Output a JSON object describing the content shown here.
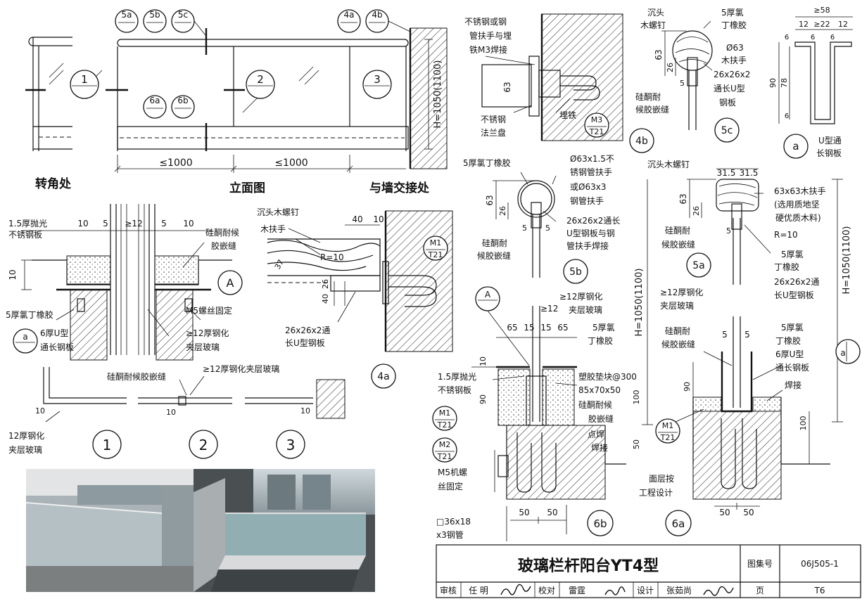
{
  "title": "玻璃栏杆阳台YT4型",
  "title_block": {
    "atlas_label": "图集号",
    "atlas_no": "06J505-1",
    "page_label": "页",
    "page_no": "T6",
    "review_label": "审核",
    "reviewer": "任 明",
    "check_label": "校对",
    "checker": "雷霆",
    "design_label": "设计",
    "designer": "张茹尚"
  },
  "elevation": {
    "caption_corner": "转角处",
    "caption_elev": "立面图",
    "caption_wall": "与墙交接处",
    "dim_1": "≤1000",
    "dim_2": "≤1000",
    "height": "H=1050(1100)",
    "tags": [
      "5a",
      "5b",
      "5c",
      "4a",
      "4b",
      "6a",
      "6b"
    ],
    "nums": [
      "1",
      "2",
      "3"
    ]
  },
  "detail_A": {
    "tag": "A",
    "l1": "1.5厚抛光",
    "l2": "不锈钢板",
    "l3": "硅酮耐候",
    "l4": "胶嵌缝",
    "l5": "5厚氯丁橡胶",
    "l6": "6厚U型",
    "l7": "通长钢板",
    "l8": "M5螺丝固定",
    "l9": "≥12厚钢化",
    "l10": "夹层玻璃",
    "d1": "10",
    "d2": "5",
    "d3": "≥12",
    "d4": "5",
    "d5": "10",
    "d6": "10",
    "ref": "a"
  },
  "detail_4a": {
    "tag": "4a",
    "l1": "沉头木螺钉",
    "l2": "木扶手",
    "l3": "26x26x2通",
    "l4": "长U型钢板",
    "r": "R=10",
    "d1": "40",
    "d2": "10",
    "d3": "37",
    "d4": "26",
    "d5": "40",
    "m_top": "M1",
    "m_bot": "T21"
  },
  "detail_4b": {
    "tag": "4b",
    "l1": "不锈钢或钢",
    "l2": "管扶手与埋",
    "l3": "铁M3焊接",
    "l4": "不锈钢",
    "l5": "法兰盘",
    "l6": "埋铁",
    "d1": "63",
    "m_top": "M3",
    "m_bot": "T21"
  },
  "detail_5c": {
    "tag": "5c",
    "l1": "沉头",
    "l2": "木螺钉",
    "l3": "5厚氯",
    "l4": "丁橡胶",
    "l5": "Ø63",
    "l6": "木扶手",
    "l7": "26x26x2",
    "l8": "通长U型",
    "l9": "钢板",
    "l10": "硅酮耐",
    "l11": "候胶嵌缝",
    "d1": "63",
    "d2": "26",
    "d3": "5"
  },
  "detail_a": {
    "tag": "a",
    "l1": "U型通",
    "l2": "长钢板",
    "d1": "≥58",
    "d2": "12",
    "d3": "≥22",
    "d4": "12",
    "d5": "6",
    "d6": "6",
    "d7": "6",
    "d8": "90",
    "d9": "78",
    "d10": "6"
  },
  "section_plan": {
    "l1": "硅酮耐候胶嵌缝",
    "l2": "≥12厚钢化夹层玻璃",
    "l3": "12厚钢化",
    "l4": "夹层玻璃",
    "d1": "10",
    "d2": "10",
    "d3": "10",
    "nums": [
      "1",
      "2",
      "3"
    ]
  },
  "detail_5b": {
    "tag": "5b",
    "l1": "5厚氯丁橡胶",
    "l2": "Ø63x1.5不",
    "l3": "锈钢管扶手",
    "l4": "或Ø63x3",
    "l5": "钢管扶手",
    "l6": "26x26x2通长",
    "l7": "U型钢板与钢",
    "l8": "管扶手焊接",
    "l9": "硅酮耐",
    "l10": "候胶嵌缝",
    "l11": "≥12厚钢化",
    "l12": "夹层玻璃",
    "d1": "63",
    "d2": "26",
    "d3": "5",
    "d4": "5"
  },
  "detail_6b": {
    "tag": "6b",
    "a_tag": "A",
    "d_glass": "≥12",
    "d_top": [
      "65",
      "15",
      "15",
      "65"
    ],
    "l1": "5厚氯",
    "l2": "丁橡胶",
    "l3": "1.5厚抛光",
    "l4": "不锈钢板",
    "l5": "塑胶垫块@300",
    "l6": "85x70x50",
    "l7": "硅酮耐候",
    "l8": "胶嵌缝",
    "l9": "点焊",
    "l10": "焊接",
    "l11": "M5机螺",
    "l12": "丝固定",
    "l13": "□36x18",
    "l14": "x3钢管",
    "l15": "面层按",
    "l16": "工程设计",
    "m1_top": "M1",
    "m1_bot": "T21",
    "m2_top": "M2",
    "m2_bot": "T21",
    "d10": "10",
    "d90": "90",
    "d100": "100",
    "d50": "50",
    "d50a": "50",
    "d50b": "50",
    "height": "H=1050(1100)"
  },
  "detail_5a": {
    "tag": "5a",
    "l1": "沉头木螺钉",
    "l2": "63x63木扶手",
    "l3": "(选用质地坚",
    "l4": "硬优质木料)",
    "l5": "R=10",
    "l6": "5厚氯",
    "l7": "丁橡胶",
    "l8": "26x26x2通",
    "l9": "长U型钢板",
    "l10": "硅酮耐",
    "l11": "候胶嵌缝",
    "l12": "≥12厚钢化",
    "l13": "夹层玻璃",
    "d1": "31.5",
    "d2": "31.5",
    "d3": "63",
    "d4": "26",
    "d5": "5"
  },
  "detail_6a": {
    "tag": "6a",
    "l1": "硅酮耐",
    "l2": "候胶嵌缝",
    "l3": "5厚氯",
    "l4": "丁橡胶",
    "l5": "6厚U型",
    "l6": "通长钢板",
    "l7": "焊接",
    "m_top": "M1",
    "m_bot": "T21",
    "d1": "5",
    "d2": "5",
    "d3": "90",
    "d4": "100",
    "d5": "50",
    "d6": "50",
    "ref": "a",
    "height": "H=1050(1100)"
  }
}
